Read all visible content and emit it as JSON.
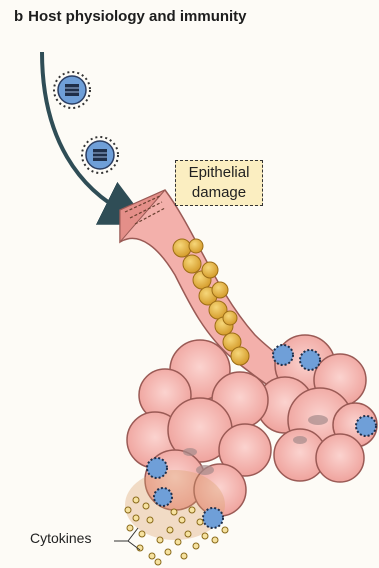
{
  "panel": {
    "letter": "b",
    "title": "Host physiology and immunity"
  },
  "labels": {
    "epithelial_line1": "Epithelial",
    "epithelial_line2": "damage",
    "cytokines": "Cytokines"
  },
  "colors": {
    "tissue": "#f3b0ab",
    "tissue_outline": "#9a5a55",
    "cells": "#e7b84a",
    "virus": "#6f9fd8",
    "arrow": "#2f4d56",
    "label_fill": "#fbeec1"
  },
  "icons": [
    "virus-particle-icon",
    "infected-cell-icon",
    "cytokine-dot-icon",
    "airway-arrow-icon"
  ]
}
